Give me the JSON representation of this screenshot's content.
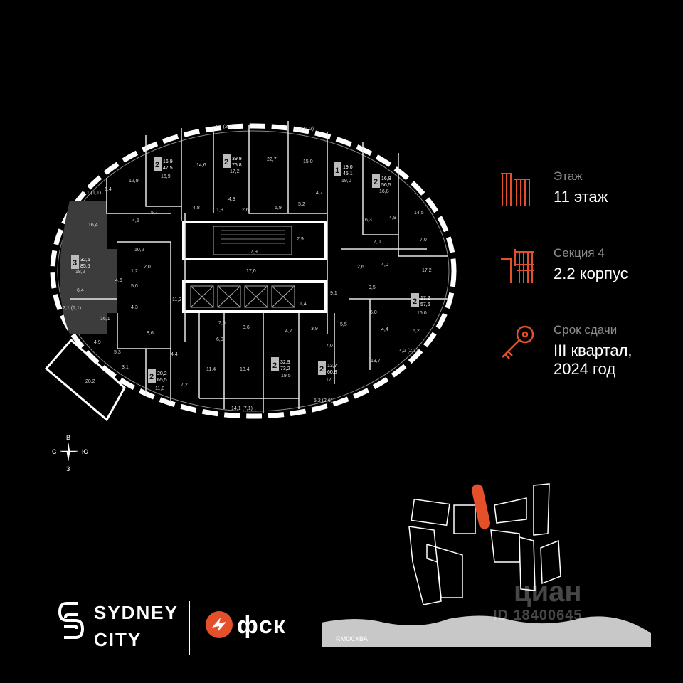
{
  "info": {
    "floor_caption": "Этаж",
    "floor_value": "11 этаж",
    "section_caption": "Секция 4",
    "section_value": "2.2 корпус",
    "deadline_caption": "Срок сдачи",
    "deadline_line1": "III квартал,",
    "deadline_line2": "2024 год"
  },
  "colors": {
    "accent": "#e4502a",
    "muted": "#8d8d8d",
    "selected_flat": "#3c3c3c"
  },
  "compass": {
    "n": "В",
    "s": "З",
    "w": "С",
    "e": "Ю"
  },
  "brand": {
    "line1": "SYDNEY",
    "line2": "CITY",
    "partner": "фск"
  },
  "map": {
    "river_label": "Р.МОСКВА"
  },
  "watermark": {
    "name": "циан",
    "id": "ID 18400645"
  },
  "icons": {
    "floor": "floor-icon",
    "section": "section-icon",
    "deadline": "key-icon"
  },
  "plan": {
    "badges": [
      {
        "rooms": "2",
        "living": "16,9",
        "total": "47,5"
      },
      {
        "rooms": "2",
        "living": "39,9",
        "total": "76,8"
      },
      {
        "rooms": "1",
        "living": "19,0",
        "total": "45,1"
      },
      {
        "rooms": "2",
        "living": "16,8",
        "total": "56,5"
      },
      {
        "rooms": "3",
        "living": "32,5",
        "total": "85,5"
      },
      {
        "rooms": "2",
        "living": "17,2",
        "total": "57,6"
      },
      {
        "rooms": "2",
        "living": "20,2",
        "total": "65,5"
      },
      {
        "rooms": "2",
        "living": "32,9",
        "total": "73,2"
      },
      {
        "rooms": "2",
        "living": "13,7",
        "total": "60,8"
      }
    ],
    "areas": [
      "4,4 (2,2)",
      "2,3 (1,2)",
      "22,7",
      "15,0",
      "14,6",
      "17,2",
      "12,9",
      "16,9",
      "19,0",
      "16,8",
      "6,4",
      "2,1 (1,1)",
      "4,5",
      "5,7",
      "4,8",
      "1,9",
      "4,9",
      "2,6",
      "5,9",
      "5,2",
      "4,7",
      "6,3",
      "4,9",
      "14,5",
      "16,4",
      "10,2",
      "18,2",
      "7,9",
      "7,9",
      "7,0",
      "7,0",
      "6,4",
      "17,0",
      "2,0",
      "1,2",
      "4,6",
      "5,0",
      "4,3",
      "11,2",
      "2,6",
      "4,0",
      "17,2",
      "9,5",
      "9,1",
      "2,1 (1,1)",
      "16,1",
      "1,4",
      "6,0",
      "16,0",
      "8,6",
      "7,5",
      "3,6",
      "4,7",
      "3,9",
      "5,5",
      "4,4",
      "6,2",
      "6,0",
      "4,9",
      "4,4",
      "7,0",
      "5,3",
      "3,1",
      "11,4",
      "13,4",
      "19,5",
      "17,7",
      "13,7",
      "4,2 (2,1)",
      "20,2",
      "11,8",
      "7,2",
      "14,1 (7,1)",
      "5,2 (2,6)"
    ]
  }
}
